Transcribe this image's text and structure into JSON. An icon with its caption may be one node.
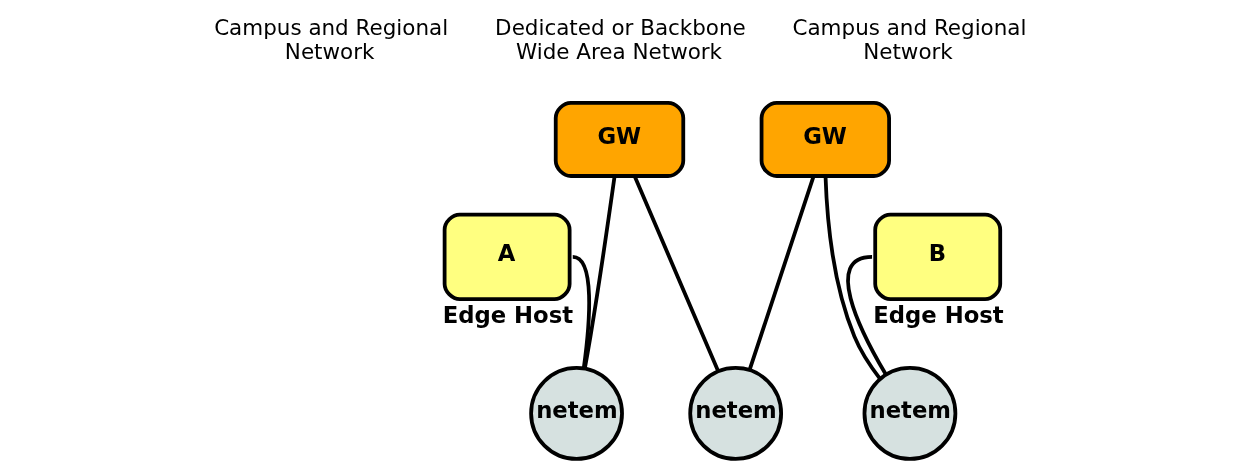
{
  "diagram": {
    "nodes": [
      {
        "text": [
          "GW"
        ]
      },
      {
        "text": [
          "GW"
        ]
      },
      {
        "text": [
          "A"
        ],
        "beside": [
          "Edge Host"
        ]
      },
      {
        "text": [
          "B"
        ],
        "beside": [
          "Edge Host"
        ]
      },
      {
        "text": [
          "netem"
        ]
      },
      {
        "text": [
          "netem"
        ]
      },
      {
        "text": [
          "netem"
        ]
      }
    ],
    "edges": [
      {
        "from": 2,
        "to": 4,
        "arrow": "none"
      },
      {
        "from": 4,
        "to": 0,
        "arrow": "none"
      },
      {
        "from": 0,
        "to": 5,
        "arrow": "none"
      },
      {
        "from": 5,
        "to": 1,
        "arrow": "none"
      },
      {
        "from": 1,
        "to": 6,
        "arrow": "none"
      },
      {
        "from": 6,
        "to": 3,
        "arrow": "none"
      }
    ],
    "labels": [
      "Campus and Regional Network",
      "Dedicated or Backbone Wide Area Network",
      "Campus and Regional Network"
    ]
  }
}
